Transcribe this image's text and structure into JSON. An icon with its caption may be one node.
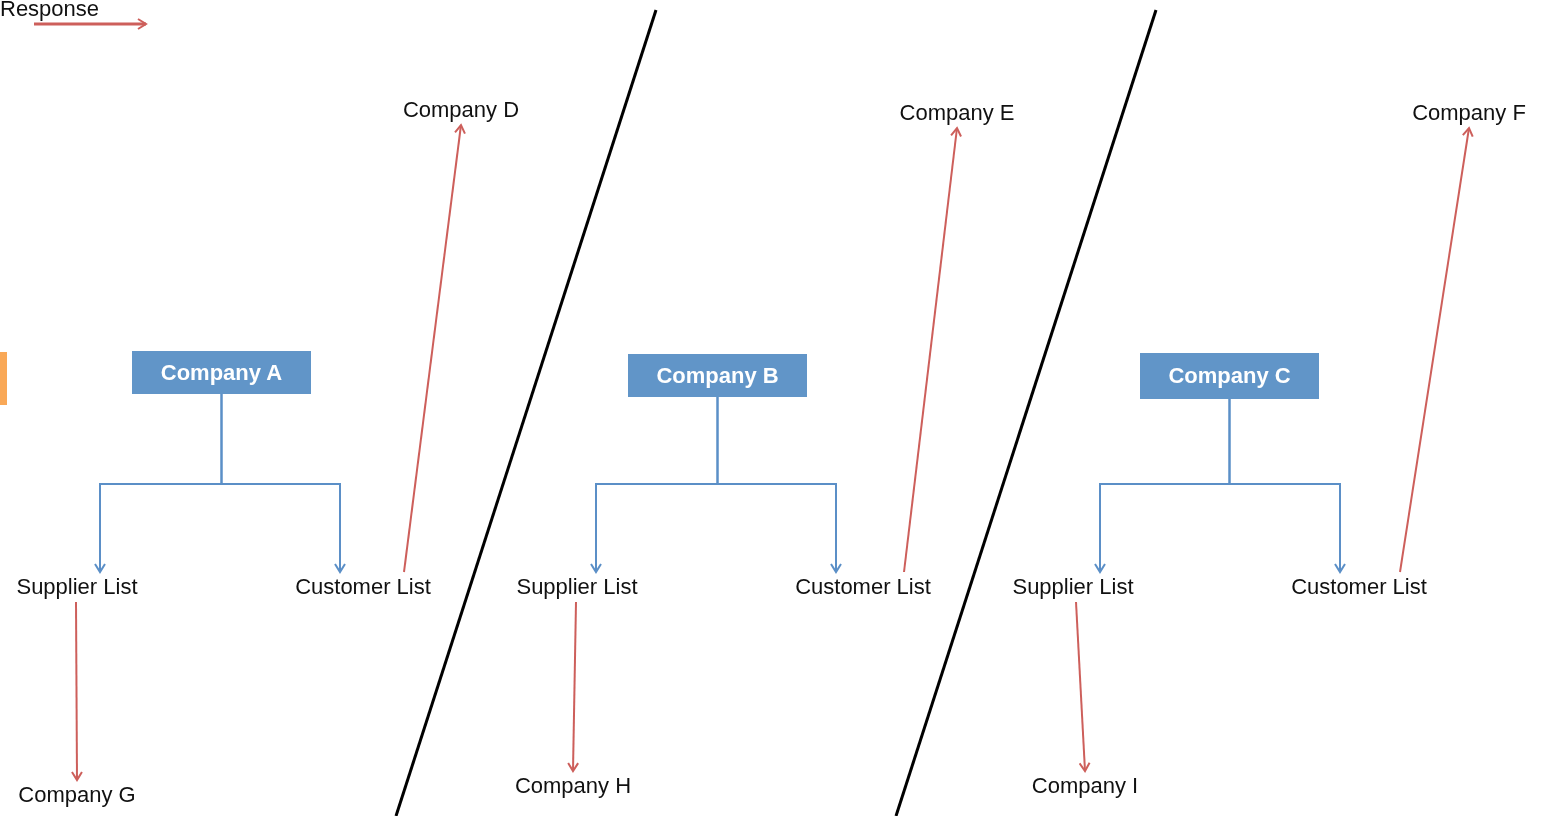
{
  "diagram": {
    "nodes": [
      {
        "text": [
          "Company D"
        ]
      },
      {
        "text": [
          "Company E"
        ]
      },
      {
        "text": [
          "Company F"
        ]
      },
      {
        "text": [
          "Company A"
        ]
      },
      {
        "text": [
          "Company B"
        ]
      },
      {
        "text": [
          "Company C"
        ]
      },
      {
        "text": [
          "Supplier List"
        ]
      },
      {
        "text": [
          "Customer List"
        ]
      },
      {
        "text": [
          "Supplier List"
        ]
      },
      {
        "text": [
          "Customer List"
        ]
      },
      {
        "text": [
          "Supplier List"
        ]
      },
      {
        "text": [
          "Customer List"
        ]
      },
      {
        "text": [
          "Company G"
        ]
      },
      {
        "text": [
          "Company H"
        ]
      },
      {
        "text": [
          "Company I"
        ]
      }
    ],
    "edges": [
      {
        "from": 3,
        "to": 6,
        "arrow": "to",
        "color": "#5b8fc7"
      },
      {
        "from": 3,
        "to": 7,
        "arrow": "to",
        "color": "#5b8fc7"
      },
      {
        "from": 7,
        "to": 0,
        "arrow": "to",
        "color": "#cd5f5b"
      },
      {
        "from": 6,
        "to": 12,
        "arrow": "to",
        "color": "#cd5f5b"
      },
      {
        "from": 4,
        "to": 8,
        "arrow": "to",
        "color": "#5b8fc7"
      },
      {
        "from": 4,
        "to": 9,
        "arrow": "to",
        "color": "#5b8fc7"
      },
      {
        "from": 9,
        "to": 1,
        "arrow": "to",
        "color": "#cd5f5b"
      },
      {
        "from": 8,
        "to": 13,
        "arrow": "to",
        "color": "#cd5f5b"
      },
      {
        "from": 5,
        "to": 10,
        "arrow": "to",
        "color": "#5b8fc7"
      },
      {
        "from": 5,
        "to": 11,
        "arrow": "to",
        "color": "#5b8fc7"
      },
      {
        "from": 11,
        "to": 2,
        "arrow": "to",
        "color": "#cd5f5b"
      },
      {
        "from": 10,
        "to": 14,
        "arrow": "to",
        "color": "#cd5f5b"
      }
    ],
    "legend": [
      {
        "text": "Response"
      }
    ]
  }
}
